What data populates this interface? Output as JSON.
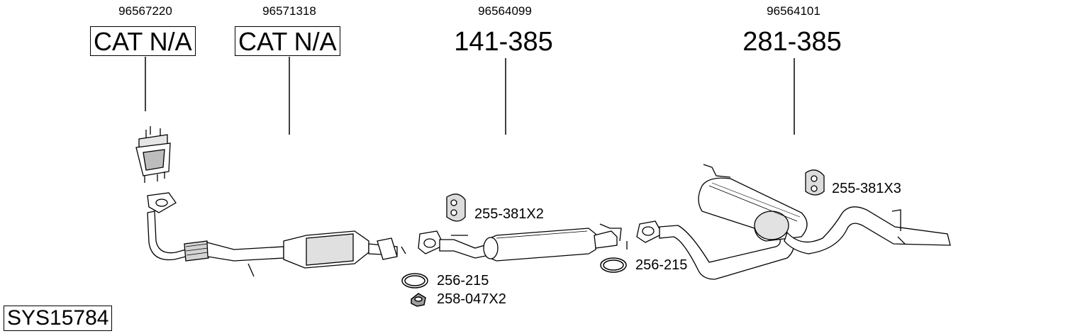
{
  "oe_numbers": [
    "96567220",
    "96571318",
    "96564099",
    "96564101"
  ],
  "part_labels": [
    "CAT N/A",
    "CAT N/A",
    "141-385",
    "281-385"
  ],
  "accessories": {
    "clamp_middle": "255-381X2",
    "clamp_rear": "255-381X3",
    "gasket_front": "256-215",
    "nut_front": "258-047X2",
    "gasket_rear": "256-215"
  },
  "system_id": "SYS15784",
  "colors": {
    "line": "#000000",
    "part_fill": "#ffffff",
    "shade": "#cfcfcf"
  }
}
